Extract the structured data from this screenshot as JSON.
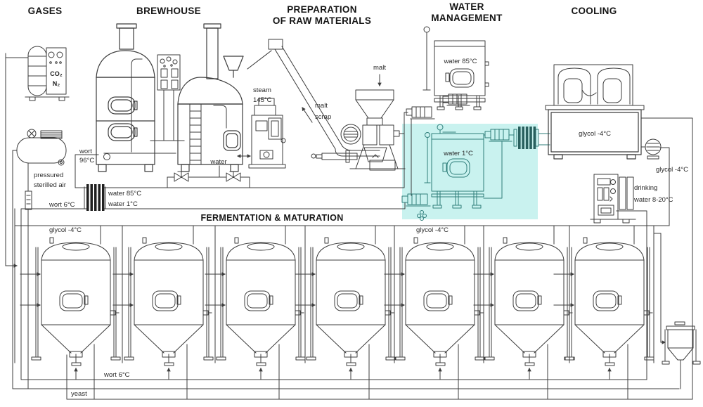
{
  "colors": {
    "highlight": "#c9f2ef",
    "line": "#3c3c3c",
    "teal_equipment": "#2e7d7a",
    "text": "#1c1c1c"
  },
  "titles": {
    "gases": "GASES",
    "brewhouse": "BREWHOUSE",
    "preparation_1": "PREPARATION",
    "preparation_2": "OF RAW MATERIALS",
    "water_1": "WATER",
    "water_2": "MANAGEMENT",
    "cooling": "COOLING",
    "fermentation": "FERMENTATION & MATURATION"
  },
  "labels": {
    "co2": "CO₂",
    "n2": "N₂",
    "wort96_1": "wort",
    "wort96_2": "96°C",
    "air_1": "pressured",
    "air_2": "sterilled air",
    "hx_water85": "water 85°C",
    "hx_water1": "water 1°C",
    "hx_wort6": "wort 6°C",
    "steam_1": "steam",
    "steam_2": "145°C",
    "maltscrap_1": "malt",
    "maltscrap_2": "scrap",
    "valve_water": "water",
    "malt": "malt",
    "tank_water85": "water 85°C",
    "tank_water1": "water 1°C",
    "tank_glycol": "glycol -4°C",
    "pipe_glycol": "glycol -4°C",
    "drinking_1": "drinking",
    "drinking_2": "water 8-20°C",
    "ferm_glycol_left": "glycol -4°C",
    "ferm_glycol_mid": "glycol -4°C",
    "ferm_wort6": "wort 6°C",
    "yeast": "yeast"
  }
}
